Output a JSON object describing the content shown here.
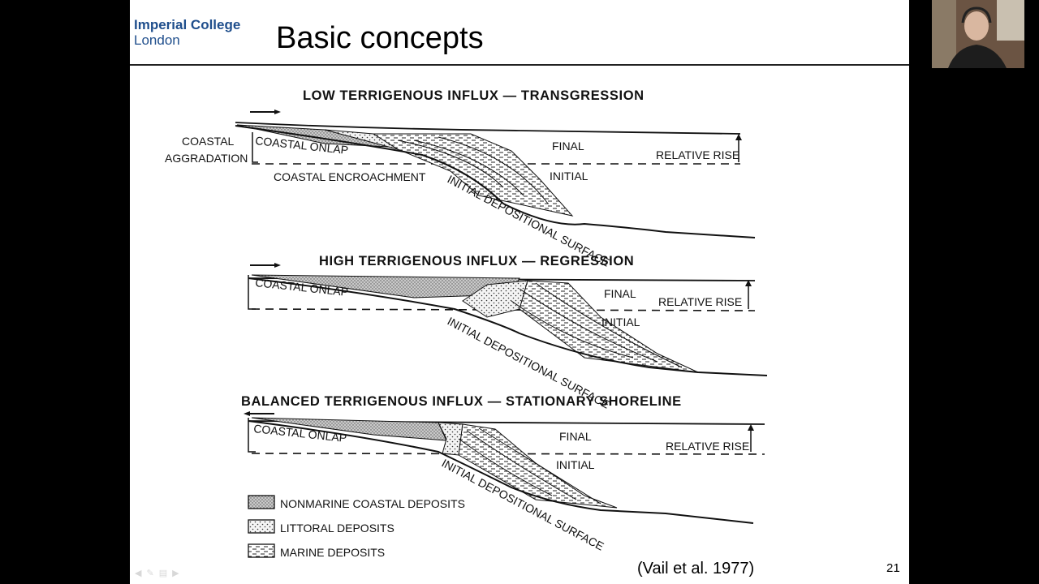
{
  "logo": {
    "line1": "Imperial College",
    "line2": "London"
  },
  "slide": {
    "title": "Basic concepts",
    "citation": "(Vail et al. 1977)",
    "page_number": "21"
  },
  "figure": {
    "panel1": {
      "caption": "LOW TERRIGENOUS INFLUX — TRANSGRESSION",
      "coastal_aggradation_1": "COASTAL",
      "coastal_aggradation_2": "AGGRADATION",
      "coastal_onlap": "COASTAL ONLAP",
      "coastal_encroachment": "COASTAL ENCROACHMENT",
      "final": "FINAL",
      "initial": "INITIAL",
      "relative_rise": "RELATIVE RISE",
      "surface": "INITIAL DEPOSITIONAL SURFACE"
    },
    "panel2": {
      "caption": "HIGH TERRIGENOUS INFLUX — REGRESSION",
      "coastal_onlap": "COASTAL ONLAP",
      "final": "FINAL",
      "initial": "INITIAL",
      "relative_rise": "RELATIVE RISE",
      "surface": "INITIAL DEPOSITIONAL SURFACE"
    },
    "panel3": {
      "caption": "BALANCED TERRIGENOUS INFLUX — STATIONARY SHORELINE",
      "coastal_onlap": "COASTAL ONLAP",
      "final": "FINAL",
      "initial": "INITIAL",
      "relative_rise": "RELATIVE RISE",
      "surface": "INITIAL DEPOSITIONAL SURFACE"
    },
    "legend": {
      "nonmarine": "NONMARINE COASTAL DEPOSITS",
      "littoral": "LITTORAL DEPOSITS",
      "marine": "MARINE DEPOSITS"
    }
  },
  "webcam": {
    "icon": "presenter-video-icon"
  }
}
